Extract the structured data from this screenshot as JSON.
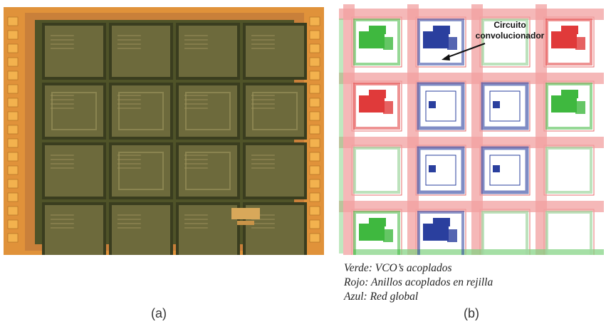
{
  "figure": {
    "panel_a": {
      "caption": "(a)",
      "pad_count_side": 17,
      "colors": {
        "frame": "#e0923a",
        "pad": "#f3b24e",
        "core": "#4f5328",
        "block": "#6d6a3c",
        "bus": "#3a3d1f"
      }
    },
    "panel_b": {
      "caption": "(b)",
      "annotation": {
        "line1": "Circuito",
        "line2": "convolucionador"
      },
      "legend": [
        {
          "label": "Verde: VCO’s acoplados",
          "color": "#3fb83f"
        },
        {
          "label": "Rojo: Anillos acoplados en rejilla",
          "color": "#e03a3a"
        },
        {
          "label": "Azul: Red global",
          "color": "#2a3f9e"
        }
      ],
      "grid": {
        "rows": [
          [
            "green",
            "blue",
            "empty",
            "red"
          ],
          [
            "red",
            "blue-ring",
            "blue-ring",
            "green"
          ],
          [
            "empty",
            "blue-ring",
            "blue-ring",
            "empty"
          ],
          [
            "green",
            "blue",
            "empty",
            "empty"
          ]
        ]
      }
    }
  }
}
